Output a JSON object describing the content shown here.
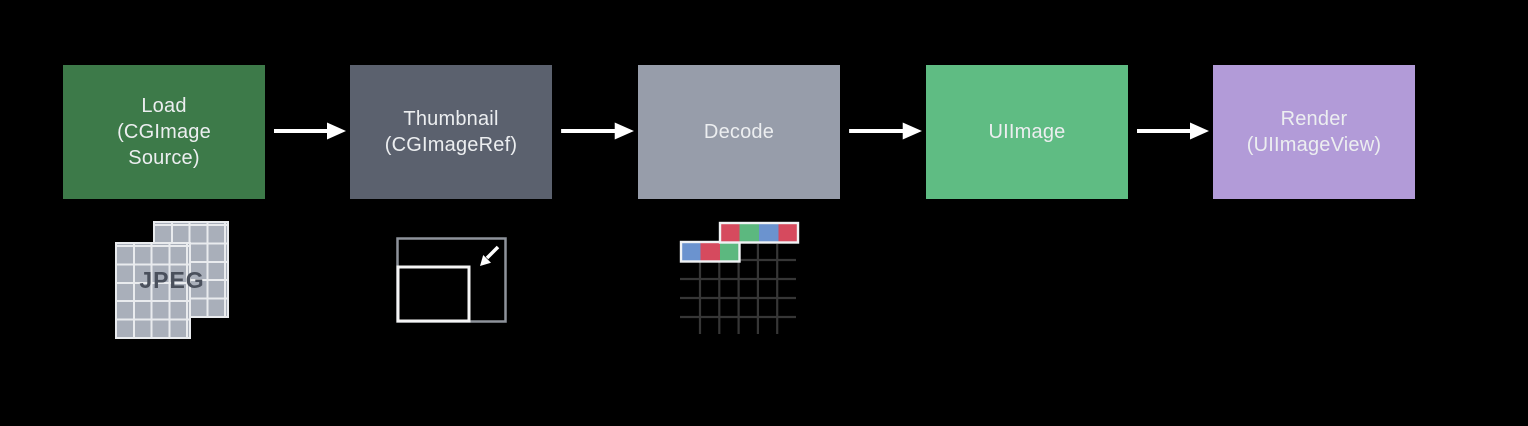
{
  "page": {
    "background": "#000000"
  },
  "pipeline": {
    "boxes": [
      {
        "id": "load",
        "lines": [
          "Load",
          "(CGImage",
          "Source)"
        ],
        "color": "#3d7a49",
        "text_color": "#eceef0"
      },
      {
        "id": "thumbnail",
        "lines": [
          "Thumbnail",
          "(CGImageRef)"
        ],
        "color": "#5b616e",
        "text_color": "#eceef0"
      },
      {
        "id": "decode",
        "lines": [
          "Decode"
        ],
        "color": "#979daa",
        "text_color": "#eceef0"
      },
      {
        "id": "uiimage",
        "lines": [
          "UIImage"
        ],
        "color": "#5fbc83",
        "text_color": "#eceef0"
      },
      {
        "id": "render",
        "lines": [
          "Render",
          "(UIImageView)"
        ],
        "color": "#b29bd8",
        "text_color": "#eceef0"
      }
    ],
    "arrow_color": "#ffffff"
  },
  "icons": {
    "jpeg_file": {
      "label": "JPEG",
      "cell_color": "#a9afba",
      "line_color": "#e9ebee",
      "label_color": "#4a505c"
    },
    "thumbnail_resize": {
      "outer_stroke": "#8e939b",
      "inner_stroke": "#f5f5f5",
      "arrow_color": "#ffffff"
    },
    "decode_pixels": {
      "grid_line_color": "#363636",
      "outline_color": "#f0f2f4",
      "strip_top": [
        "red",
        "green",
        "blue",
        "red"
      ],
      "strip_left": [
        "blue",
        "red",
        "green"
      ],
      "pixel_colors": {
        "red": "#d64a5e",
        "green": "#5cb87f",
        "blue": "#6b93cf"
      }
    }
  }
}
